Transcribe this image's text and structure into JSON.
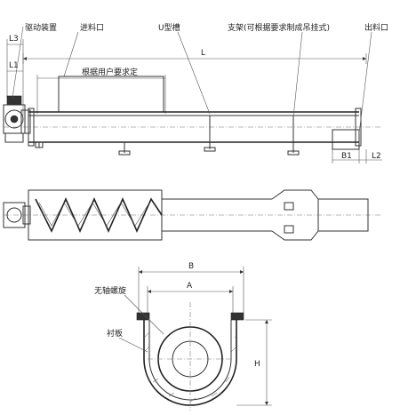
{
  "labels": {
    "drive": "驱动装置",
    "inlet": "进料口",
    "trough": "U型槽",
    "support": "支架(可根据要求制成吊挂式)",
    "outlet": "出料口",
    "user_spec": "根据用户要求定",
    "shaftless_spiral": "无轴螺旋",
    "liner": "衬板"
  },
  "dims": {
    "L": "L",
    "L3": "L3",
    "L1": "L1",
    "B1": "B1",
    "L2": "L2",
    "B": "B",
    "A": "A",
    "H": "H"
  }
}
